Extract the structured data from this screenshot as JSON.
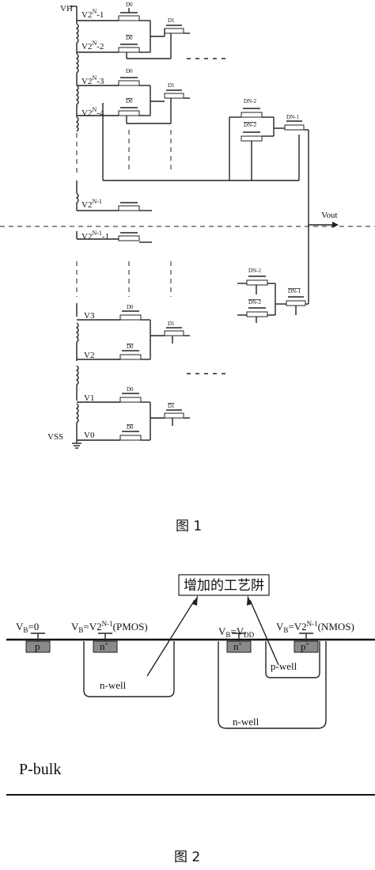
{
  "figure1": {
    "caption": "图 1",
    "vh_label": "VH",
    "vss_label": "VSS",
    "vout_label": "Vout",
    "tap_labels": {
      "t1": "V2^N-1",
      "t2": "V2^N-2",
      "t3": "V2^N-3",
      "t4": "V2^N-4",
      "t5": "V2^{N-1}",
      "t6": "V2^{N-1}-1",
      "t7": "V3",
      "t8": "V2",
      "t9": "V1",
      "t10": "V0"
    },
    "gate_labels": {
      "d0": "D0",
      "d0b": "D0",
      "d1": "D1",
      "d1b": "D1",
      "dn2": "DN-2",
      "dn1": "DN-1"
    }
  },
  "figure2": {
    "caption": "图 2",
    "callout": "增加的工艺阱",
    "vb0": "V_B=0",
    "vb_pmos": "V_B=V2^{N-1}(PMOS)",
    "vb_vdd": "V_B=V_DD",
    "vb_nmos": "V_B=V2^{N-1}(NMOS)",
    "diff_p": "p",
    "diff_n": "n",
    "nwell": "n-well",
    "pwell": "p-well",
    "pbulk": "P-bulk"
  }
}
